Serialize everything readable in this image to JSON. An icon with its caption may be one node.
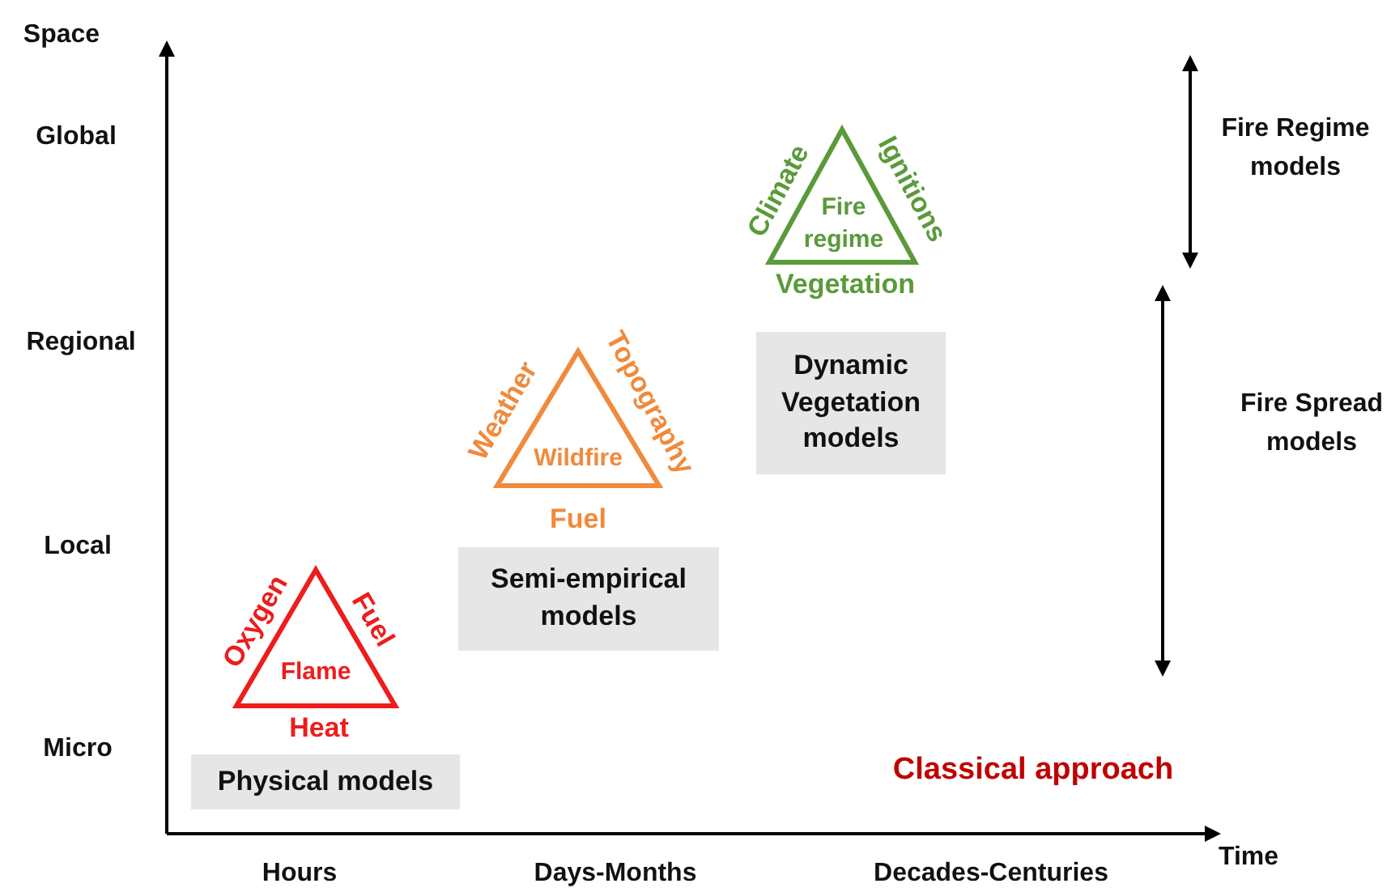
{
  "diagram": {
    "nodes": [
      {
        "text": [
          "Fire regime"
        ],
        "beside": [
          "Climate",
          "Ignitions",
          "Vegetation"
        ]
      },
      {
        "text": [
          "Dynamic Vegetation models"
        ]
      },
      {
        "text": [
          "Wildfire"
        ],
        "beside": [
          "Weather",
          "Topography",
          "Fuel"
        ]
      },
      {
        "text": [
          "Semi-empirical models"
        ]
      },
      {
        "text": [
          "Flame"
        ],
        "beside": [
          "Oxygen",
          "Fuel",
          "Heat"
        ]
      },
      {
        "text": [
          "Physical models"
        ]
      }
    ],
    "edges": [],
    "labels": [
      "Space",
      "Global",
      "Fire Regime models",
      "Regional",
      "Fire Spread models",
      "Local",
      "Micro",
      "Classical approach",
      "Time",
      "Hours",
      "Days-Months",
      "Decades-Centuries"
    ]
  }
}
